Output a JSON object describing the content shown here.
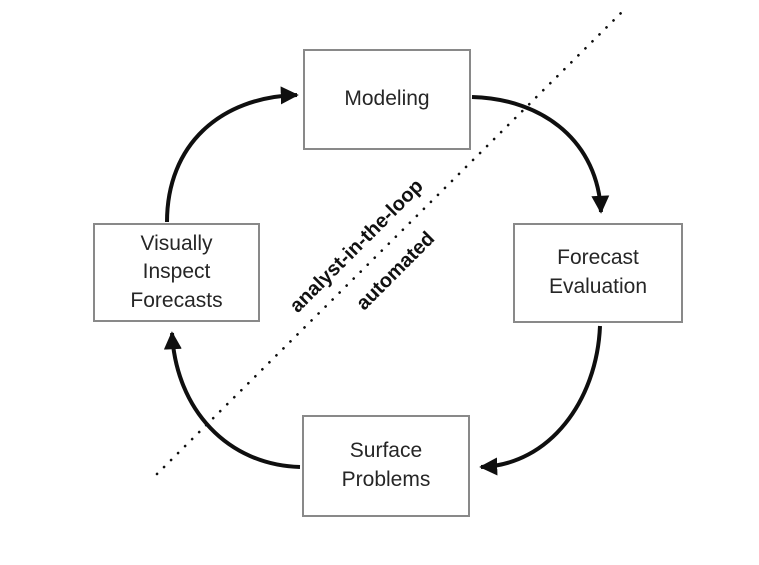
{
  "diagram": {
    "boxes": {
      "modeling": {
        "label": "Modeling"
      },
      "visually_inspect": {
        "label": [
          "Visually",
          "Inspect",
          "Forecasts"
        ]
      },
      "forecast_evaluation": {
        "label": [
          "Forecast",
          "Evaluation"
        ]
      },
      "surface_problems": {
        "label": [
          "Surface",
          "Problems"
        ]
      }
    },
    "divider": {
      "upper_label": "analyst-in-the-loop",
      "lower_label": "automated"
    },
    "colors": {
      "box_border": "#898989",
      "text": "#262626",
      "arrow": "#0f0f0f",
      "background": "#ffffff"
    }
  }
}
